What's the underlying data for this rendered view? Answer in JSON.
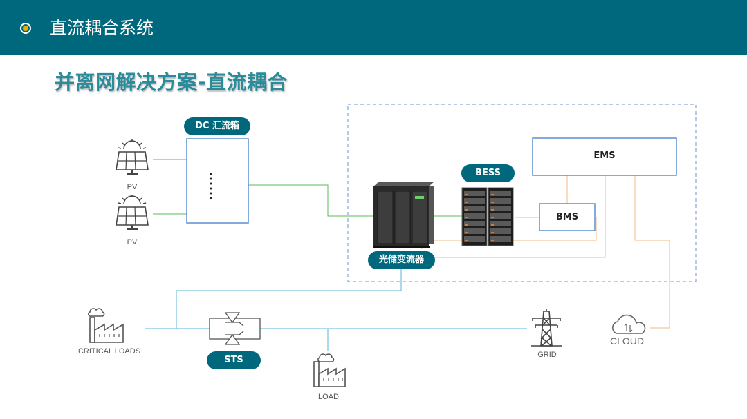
{
  "header": {
    "title": "直流耦合系统"
  },
  "slide": {
    "title": "并离网解决方案-直流耦合"
  },
  "labels": {
    "dc_combiner": "DC 汇流箱",
    "bess": "BESS",
    "ems": "EMS",
    "bms": "BMS",
    "pcs": "光储变流器",
    "sts": "STS",
    "pv_1": "PV",
    "pv_2": "PV",
    "critical_loads": "CRITICAL LOADS",
    "load": "LOAD",
    "grid": "GRID",
    "cloud": "CLOUD"
  },
  "icons": {
    "bullet": "circle-bullet-icon",
    "pv": "solar-panel-icon",
    "factory": "factory-icon",
    "grid": "power-tower-icon",
    "cloud": "cloud-icon",
    "converter": "cabinet-icon",
    "battery": "battery-rack-icon",
    "thyristor": "thyristor-icon"
  },
  "colors": {
    "header_bg": "#00687d",
    "accent": "#f2a900",
    "dc_line": "#5bb85b",
    "ac_line": "#5ab4d6",
    "comm_line": "#f3b98a",
    "dashed_frame": "#6b96cc",
    "box_border": "#5b8fd0"
  }
}
